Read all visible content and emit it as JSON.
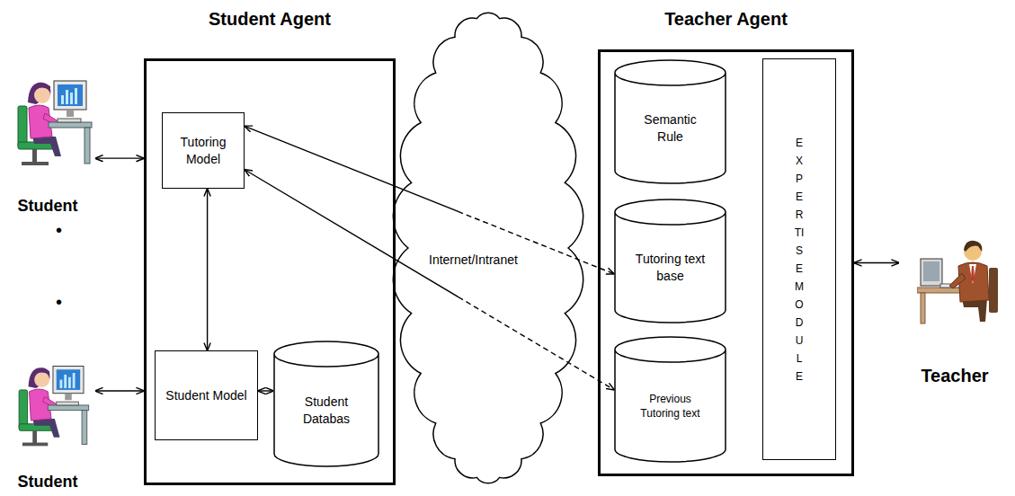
{
  "diagram": {
    "nodes": [
      {
        "text": [
          "Student"
        ]
      },
      {
        "text": [
          "Student Agent"
        ]
      },
      {
        "text": [
          "Tutoring Model"
        ],
        "in": 1
      },
      {
        "text": [
          "Student Model"
        ],
        "in": 1
      },
      {
        "text": [
          "Student Databas"
        ],
        "in": 1
      },
      {
        "text": [
          "Student"
        ]
      },
      {
        "text": [
          "Internet/Intranet"
        ]
      },
      {
        "text": [
          "Teacher Agent"
        ]
      },
      {
        "text": [
          "Semantic Rule"
        ],
        "in": 7
      },
      {
        "text": [
          "Tutoring text base"
        ],
        "in": 7
      },
      {
        "text": [
          "Previous Tutoring text"
        ],
        "in": 7
      },
      {
        "text": [
          "EXPERTISE MODULE"
        ],
        "in": 7
      },
      {
        "text": [
          "Teacher"
        ]
      }
    ],
    "edges": [
      {
        "from": 0,
        "to": 1,
        "arrow": "both"
      },
      {
        "from": 5,
        "to": 1,
        "arrow": "both"
      },
      {
        "from": 2,
        "to": 3,
        "arrow": "both"
      },
      {
        "from": 3,
        "to": 4,
        "arrow": "both"
      },
      {
        "from": 2,
        "to": 9,
        "arrow": "both"
      },
      {
        "from": 2,
        "to": 10,
        "arrow": "both"
      },
      {
        "from": 7,
        "to": 12,
        "arrow": "both"
      }
    ],
    "labels": [
      "•",
      "•"
    ]
  }
}
